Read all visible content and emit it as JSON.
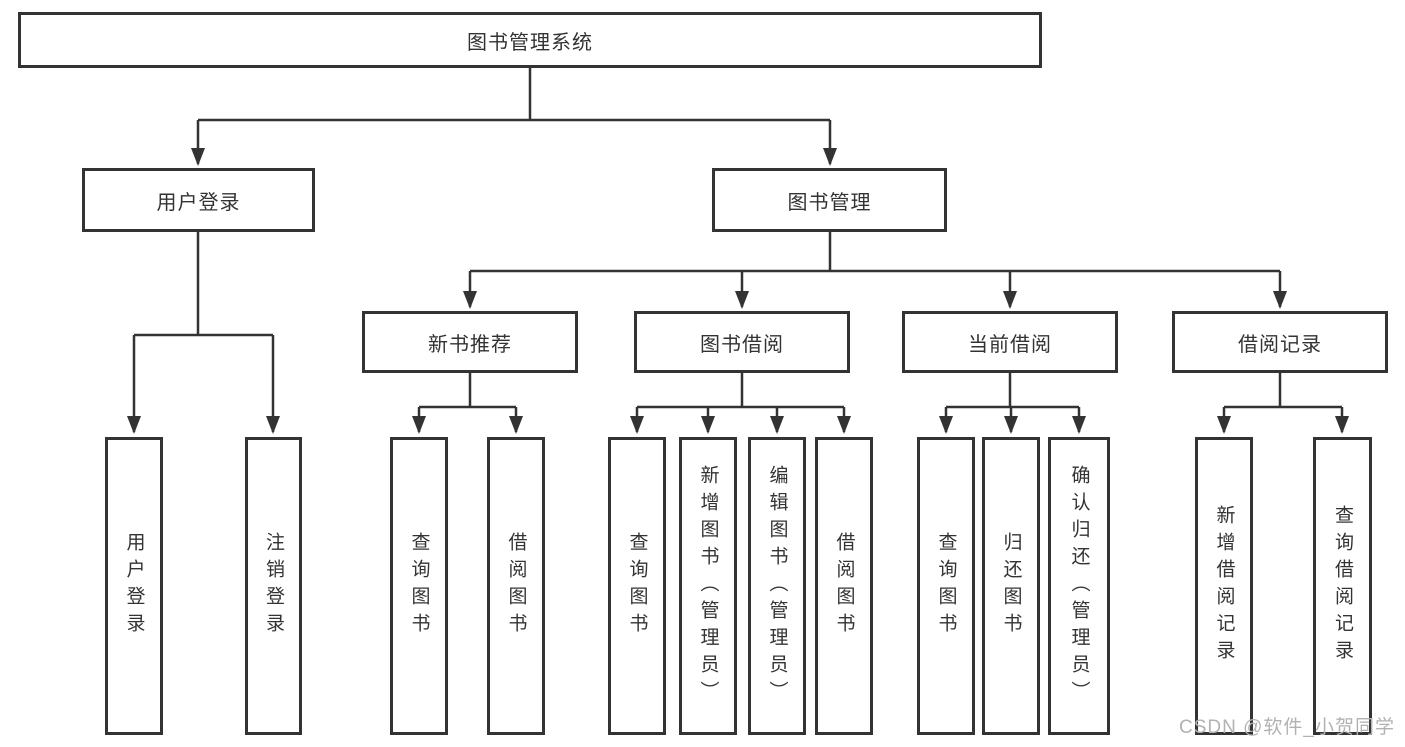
{
  "diagram": {
    "tree": {
      "label": "图书管理系统",
      "children": [
        {
          "label": "用户登录",
          "children": [
            {
              "label": "用户登录"
            },
            {
              "label": "注销登录"
            }
          ]
        },
        {
          "label": "图书管理",
          "children": [
            {
              "label": "新书推荐",
              "children": [
                {
                  "label": "查询图书"
                },
                {
                  "label": "借阅图书"
                }
              ]
            },
            {
              "label": "图书借阅",
              "children": [
                {
                  "label": "查询图书"
                },
                {
                  "label": "新增图书（管理员）"
                },
                {
                  "label": "编辑图书（管理员）"
                },
                {
                  "label": "借阅图书"
                }
              ]
            },
            {
              "label": "当前借阅",
              "children": [
                {
                  "label": "查询图书"
                },
                {
                  "label": "归还图书"
                },
                {
                  "label": "确认归还（管理员）"
                }
              ]
            },
            {
              "label": "借阅记录",
              "children": [
                {
                  "label": "新增借阅记录"
                },
                {
                  "label": "查询借阅记录"
                }
              ]
            }
          ]
        }
      ]
    }
  },
  "watermark": {
    "text": "CSDN @软件_小贺同学"
  },
  "colors": {
    "line": "#333333",
    "box_border": "#333333",
    "text": "#333333",
    "watermark": "#b2b2b2",
    "background": "#ffffff"
  }
}
